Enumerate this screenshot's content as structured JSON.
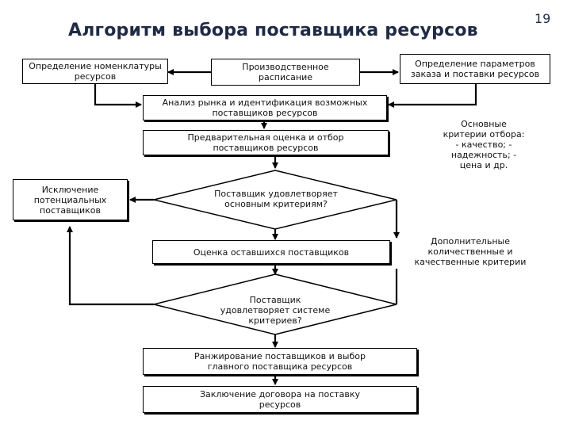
{
  "header": {
    "title": "Алгоритм выбора поставщика ресурсов",
    "page_number": "19"
  },
  "flow": {
    "nomenclature": "Определение номенклатуры ресурсов",
    "production_schedule": "Производственное расписание",
    "order_params": "Определение параметров заказа и поставки ресурсов",
    "market_analysis": "Анализ рынка и идентификация возможных поставщиков ресурсов",
    "prelim_evaluation": "Предварительная оценка и отбор поставщиков ресурсов",
    "exclusion": "Исключение потенциальных поставщиков",
    "decision_basic": "Поставщик удовлетворяет основным критериям?",
    "evaluate_remaining": "Оценка оставшихся поставщиков",
    "decision_system": "Поставщик удовлетворяет системе критериев?",
    "ranking": "Ранжирование поставщиков и выбор главного поставщика ресурсов",
    "contract": "Заключение договора на поставку ресурсов"
  },
  "notes": {
    "basic_criteria": "Основные критерии отбора: - качество; - надежность; - цена и др.",
    "additional_criteria": "Дополнительные количественные и качественные критерии"
  }
}
